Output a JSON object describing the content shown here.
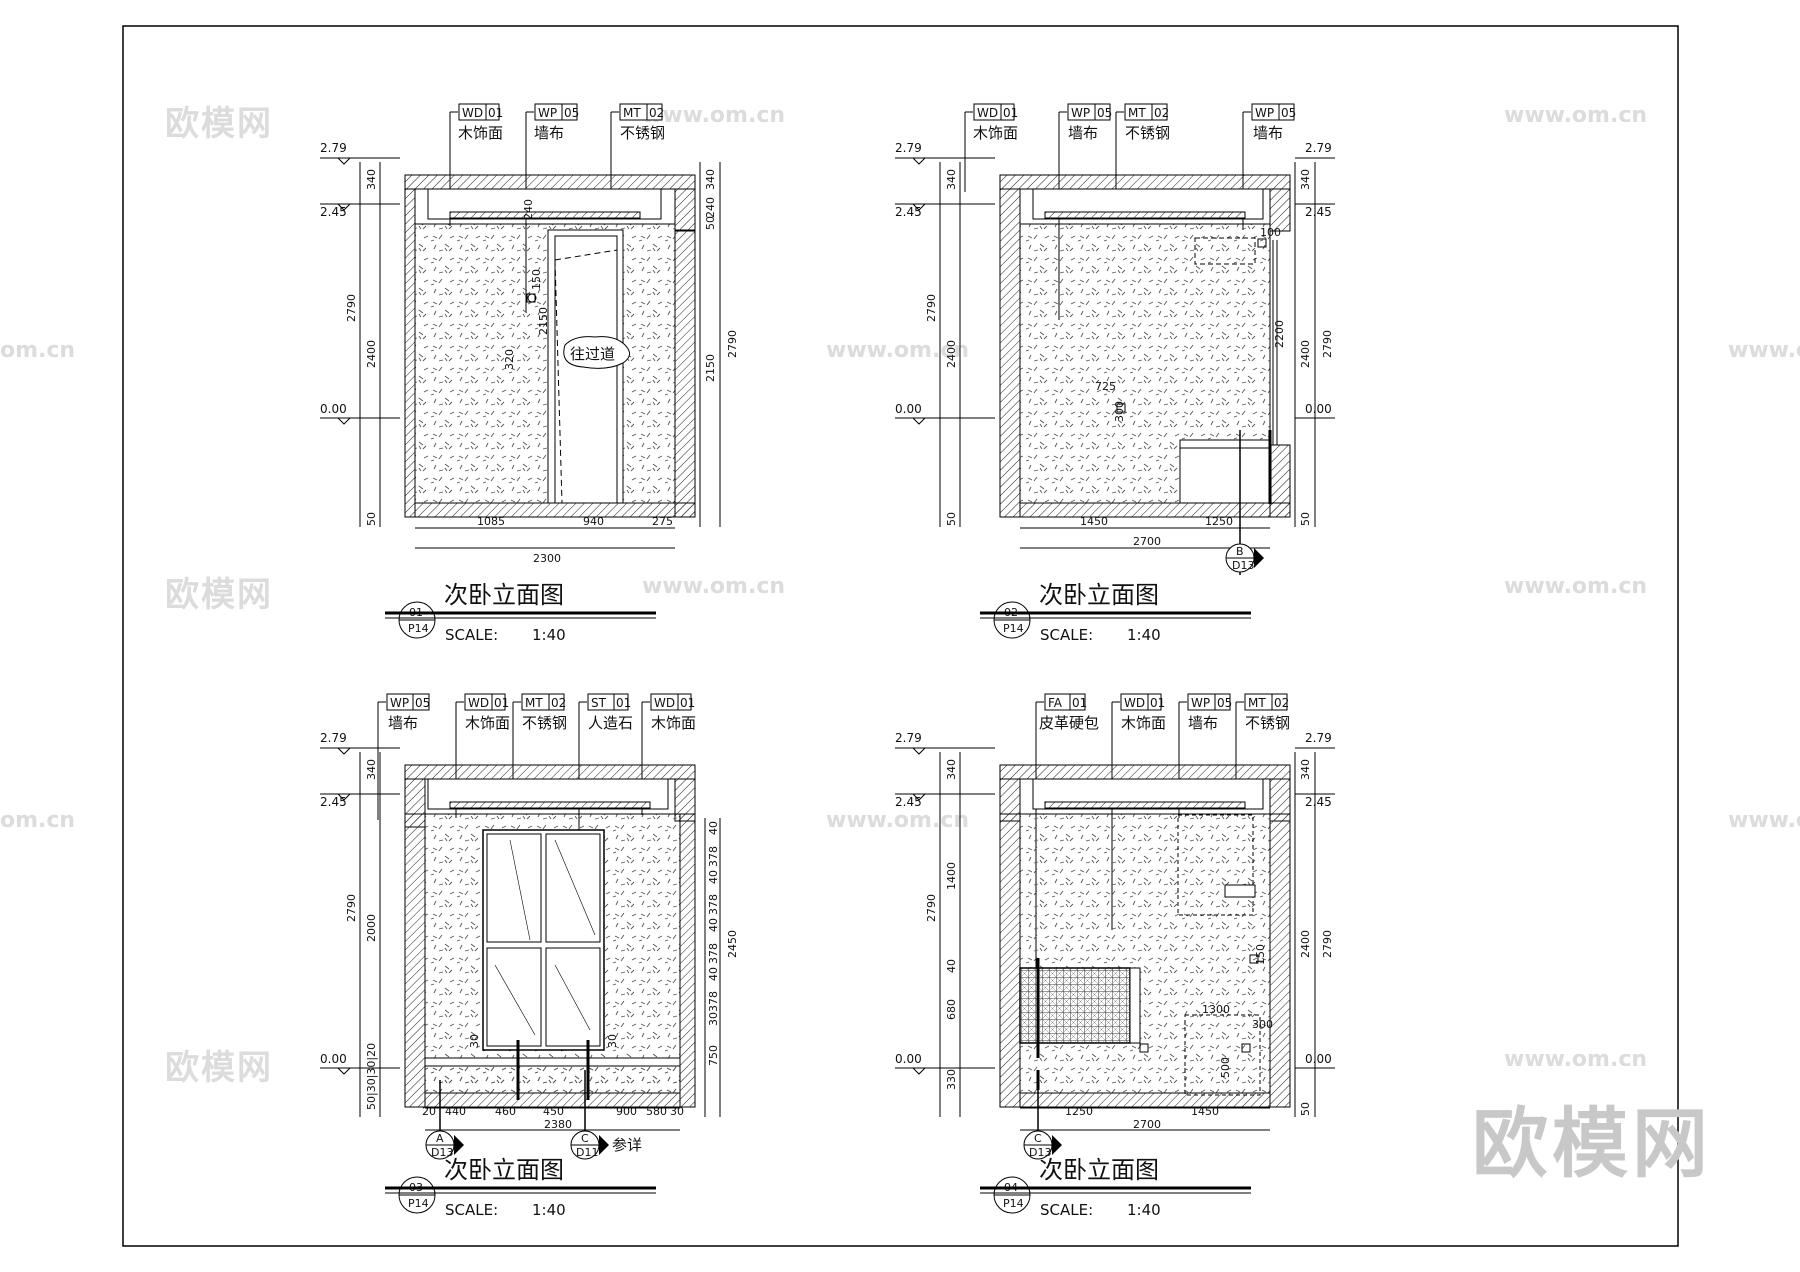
{
  "watermarks": {
    "brand": "欧模网",
    "url": "www.om.cn",
    "url_short": "om.cn",
    "corner": "欧模网"
  },
  "elevations": [
    {
      "tags": [
        {
          "code": "WD",
          "num": "01",
          "name": "木饰面"
        },
        {
          "code": "WP",
          "num": "05",
          "name": "墙布"
        },
        {
          "code": "MT",
          "num": "02",
          "name": "不锈钢"
        }
      ],
      "levels": {
        "top": "2.79",
        "mid": "2.45",
        "floor": "0.00"
      },
      "left_dims": {
        "upper": "340",
        "main": "2400",
        "base": "50",
        "total": "2790"
      },
      "right_dims": {
        "a": "340",
        "b": "240",
        "c": "50",
        "main": "2150",
        "total": "2790"
      },
      "inner_dims": [
        "240",
        "150",
        "2150",
        "320"
      ],
      "note": "往过道",
      "bottom_dims": [
        "1085",
        "940",
        "275"
      ],
      "bottom_total": "2300",
      "title": "次卧立面图",
      "number": "01",
      "sheet": "P14",
      "scale_label": "SCALE:",
      "scale_value": "1:40"
    },
    {
      "tags": [
        {
          "code": "WD",
          "num": "01",
          "name": "木饰面"
        },
        {
          "code": "WP",
          "num": "05",
          "name": "墙布"
        },
        {
          "code": "MT",
          "num": "02",
          "name": "不锈钢"
        },
        {
          "code": "WP",
          "num": "05",
          "name": "墙布"
        }
      ],
      "levels": {
        "top": "2.79",
        "mid": "2.45",
        "floor": "0.00"
      },
      "left_dims": {
        "upper": "340",
        "main": "2400",
        "base": "50",
        "total": "2790"
      },
      "right_dims": {
        "a": "340",
        "main": "2400",
        "c": "50",
        "total": "2790"
      },
      "inner_dims": [
        "725",
        "300",
        "2200",
        "100"
      ],
      "bottom_dims": [
        "1450",
        "1250"
      ],
      "bottom_total": "2700",
      "section_marks": [
        {
          "top": "B",
          "bottom": "D13"
        }
      ],
      "title": "次卧立面图",
      "number": "02",
      "sheet": "P14",
      "scale_label": "SCALE:",
      "scale_value": "1:40"
    },
    {
      "tags": [
        {
          "code": "WP",
          "num": "05",
          "name": "墙布"
        },
        {
          "code": "WD",
          "num": "01",
          "name": "木饰面"
        },
        {
          "code": "MT",
          "num": "02",
          "name": "不锈钢"
        },
        {
          "code": "ST",
          "num": "01",
          "name": "人造石"
        },
        {
          "code": "WD",
          "num": "01",
          "name": "木饰面"
        }
      ],
      "levels": {
        "top": "2.79",
        "mid": "2.45",
        "floor": "0.00"
      },
      "left_dims": {
        "upper": "340",
        "main": "2000",
        "stack": "50|30|30|20",
        "total": "2790"
      },
      "right_stack": [
        "40",
        "378",
        "40",
        "378",
        "40",
        "378",
        "40",
        "378",
        "30",
        "750"
      ],
      "right_total": "2450",
      "inner_dims": [
        "30",
        "30"
      ],
      "bottom_dims": [
        "20",
        "440",
        "460",
        "450",
        "900",
        "580",
        "30"
      ],
      "bottom_total": "2380",
      "section_marks": [
        {
          "top": "A",
          "bottom": "D13"
        },
        {
          "top": "C",
          "bottom": "D11"
        }
      ],
      "ref_note": "参详",
      "title": "次卧立面图",
      "number": "03",
      "sheet": "P14",
      "scale_label": "SCALE:",
      "scale_value": "1:40"
    },
    {
      "tags": [
        {
          "code": "FA",
          "num": "01",
          "name": "皮革硬包"
        },
        {
          "code": "WD",
          "num": "01",
          "name": "木饰面"
        },
        {
          "code": "WP",
          "num": "05",
          "name": "墙布"
        },
        {
          "code": "MT",
          "num": "02",
          "name": "不锈钢"
        }
      ],
      "levels": {
        "top": "2.79",
        "mid": "2.45",
        "floor": "0.00"
      },
      "left_dims": {
        "upper": "340",
        "a": "1400",
        "b": "40",
        "c": "680",
        "d": "330",
        "total": "2790"
      },
      "right_dims": {
        "a": "340",
        "main": "2400",
        "c": "50",
        "total": "2790"
      },
      "inner_dims": [
        "1300",
        "300",
        "150",
        "500"
      ],
      "bottom_dims": [
        "1250",
        "1450"
      ],
      "bottom_total": "2700",
      "section_marks": [
        {
          "top": "C",
          "bottom": "D13"
        }
      ],
      "title": "次卧立面图",
      "number": "04",
      "sheet": "P14",
      "scale_label": "SCALE:",
      "scale_value": "1:40"
    }
  ]
}
